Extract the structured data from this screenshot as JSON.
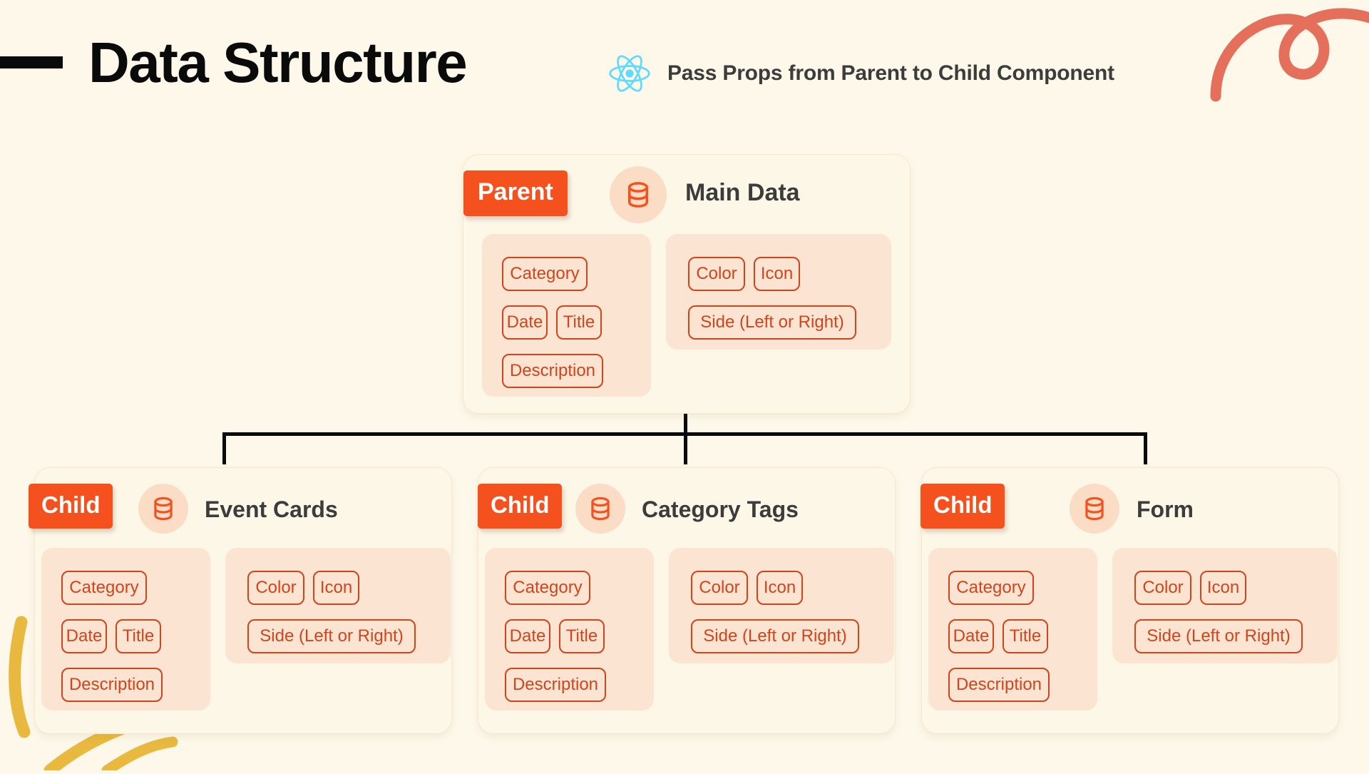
{
  "page": {
    "background_color": "#FDF8E9",
    "accent_color": "#F4511E",
    "tag_color": "#D1441C",
    "panel_color": "#FBE4D2",
    "title_color": "#0A0A0A",
    "subtitle_color": "#3C3C3C",
    "react_logo_color": "#61DAFB",
    "doodle_coral_color": "#E4705C",
    "doodle_gold_color": "#E8B93E",
    "connector_color": "#0A0A0A"
  },
  "header": {
    "title": "Data Structure",
    "subtitle": "Pass Props from Parent to Child Component",
    "logo_icon": "react-icon",
    "dash_icon": "dash-bar-icon"
  },
  "parent": {
    "badge": "Parent",
    "title": "Main Data",
    "icon": "database-icon",
    "groups": [
      {
        "name": "content-props",
        "tags": [
          "Category",
          "Date",
          "Title",
          "Description"
        ]
      },
      {
        "name": "style-props",
        "tags": [
          "Color",
          "Icon",
          "Side (Left or Right)"
        ]
      }
    ]
  },
  "children": [
    {
      "badge": "Child",
      "title": "Event Cards",
      "icon": "database-icon",
      "groups": [
        {
          "name": "content-props",
          "tags": [
            "Category",
            "Date",
            "Title",
            "Description"
          ]
        },
        {
          "name": "style-props",
          "tags": [
            "Color",
            "Icon",
            "Side (Left or Right)"
          ]
        }
      ]
    },
    {
      "badge": "Child",
      "title": "Category Tags",
      "icon": "database-icon",
      "groups": [
        {
          "name": "content-props",
          "tags": [
            "Category",
            "Date",
            "Title",
            "Description"
          ]
        },
        {
          "name": "style-props",
          "tags": [
            "Color",
            "Icon",
            "Side (Left or Right)"
          ]
        }
      ]
    },
    {
      "badge": "Child",
      "title": "Form",
      "icon": "database-icon",
      "groups": [
        {
          "name": "content-props",
          "tags": [
            "Category",
            "Date",
            "Title",
            "Description"
          ]
        },
        {
          "name": "style-props",
          "tags": [
            "Color",
            "Icon",
            "Side (Left or Right)"
          ]
        }
      ]
    }
  ]
}
